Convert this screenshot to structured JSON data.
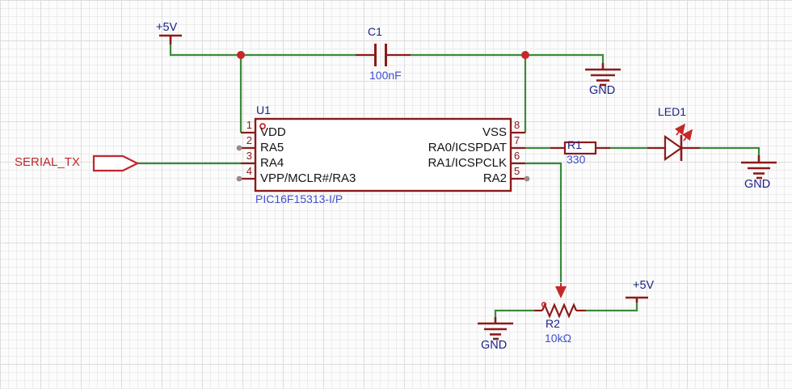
{
  "colors": {
    "wire_green": "#3a8a3a",
    "symbol_red": "#8c1a1a",
    "accent_red": "#c62828",
    "designator_text": "#1d2387",
    "value_text": "#3f4fd0",
    "pin_name_text": "#141414",
    "net_port_text": "#c0272d",
    "nc_dot": "#9d8a8a",
    "grid": "#ececec"
  },
  "power": {
    "vcc": "+5V",
    "gnd": "GND"
  },
  "port": {
    "serial_tx": "SERIAL_TX"
  },
  "components": {
    "ic": {
      "ref": "U1",
      "part": "PIC16F15313-I/P",
      "left_pins": [
        {
          "num": "1",
          "name": "VDD"
        },
        {
          "num": "2",
          "name": "RA5"
        },
        {
          "num": "3",
          "name": "RA4"
        },
        {
          "num": "4",
          "name": "VPP/MCLR#/RA3"
        }
      ],
      "right_pins": [
        {
          "num": "8",
          "name": "VSS"
        },
        {
          "num": "7",
          "name": "RA0/ICSPDAT"
        },
        {
          "num": "6",
          "name": "RA1/ICSPCLK"
        },
        {
          "num": "5",
          "name": "RA2"
        }
      ]
    },
    "capacitor": {
      "ref": "C1",
      "value": "100nF"
    },
    "resistor": {
      "ref": "R1",
      "value": "330"
    },
    "potentiometer": {
      "ref": "R2",
      "value": "10kΩ"
    },
    "led": {
      "ref": "LED1"
    }
  }
}
